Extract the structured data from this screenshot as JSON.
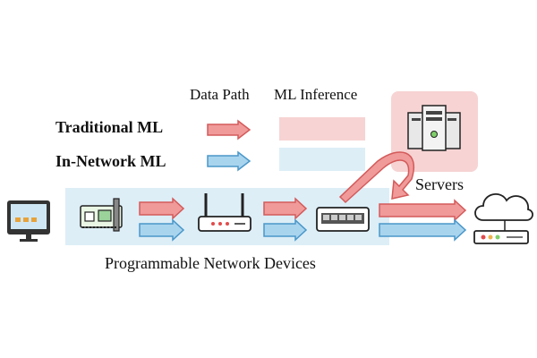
{
  "legend": {
    "col_data_path": "Data Path",
    "col_ml_inference": "ML Inference",
    "traditional_ml": "Traditional ML",
    "in_network_ml": "In-Network ML"
  },
  "labels": {
    "servers": "Servers",
    "programmable_devices": "Programmable Network Devices"
  },
  "colors": {
    "traditional_arrow": "#f09a9a",
    "traditional_arrow_stroke": "#d45a5a",
    "traditional_region": "#f7d3d3",
    "in_network_arrow": "#a9d4ee",
    "in_network_arrow_stroke": "#4a97c9",
    "in_network_region": "#ddeef7"
  },
  "icons": [
    "monitor-icon",
    "network-card-icon",
    "router-icon",
    "switch-icon",
    "server-rack-icon",
    "cloud-server-icon"
  ]
}
